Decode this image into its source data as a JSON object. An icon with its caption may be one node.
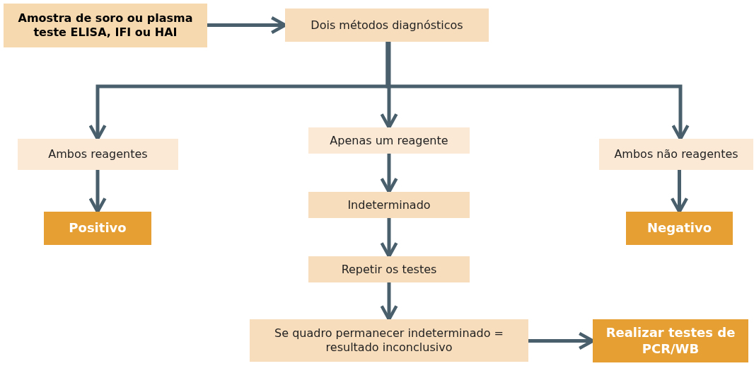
{
  "diagram": {
    "nodes": [
      {
        "text": [
          "Amostra de soro ou plasma teste ELISA, IFI ou HAI"
        ]
      },
      {
        "text": [
          "Dois métodos diagnósticos"
        ]
      },
      {
        "text": [
          "Ambos reagentes"
        ]
      },
      {
        "text": [
          "Apenas um reagente"
        ]
      },
      {
        "text": [
          "Ambos não reagentes"
        ]
      },
      {
        "text": [
          "Positivo"
        ]
      },
      {
        "text": [
          "Indeterminado"
        ]
      },
      {
        "text": [
          "Negativo"
        ]
      },
      {
        "text": [
          "Repetir os testes"
        ]
      },
      {
        "text": [
          "Se quadro permanecer indeterminado = resultado inconclusivo"
        ]
      },
      {
        "text": [
          "Realizar testes de PCR/WB"
        ]
      }
    ],
    "edges": [
      {
        "from": 0,
        "to": 1,
        "arrow": "to"
      },
      {
        "from": 1,
        "to": 2,
        "arrow": "to"
      },
      {
        "from": 1,
        "to": 3,
        "arrow": "to"
      },
      {
        "from": 1,
        "to": 4,
        "arrow": "to"
      },
      {
        "from": 2,
        "to": 5,
        "arrow": "to"
      },
      {
        "from": 3,
        "to": 6,
        "arrow": "to"
      },
      {
        "from": 4,
        "to": 7,
        "arrow": "to"
      },
      {
        "from": 6,
        "to": 8,
        "arrow": "to"
      },
      {
        "from": 8,
        "to": 9,
        "arrow": "to"
      },
      {
        "from": 9,
        "to": 10,
        "arrow": "to"
      }
    ]
  }
}
